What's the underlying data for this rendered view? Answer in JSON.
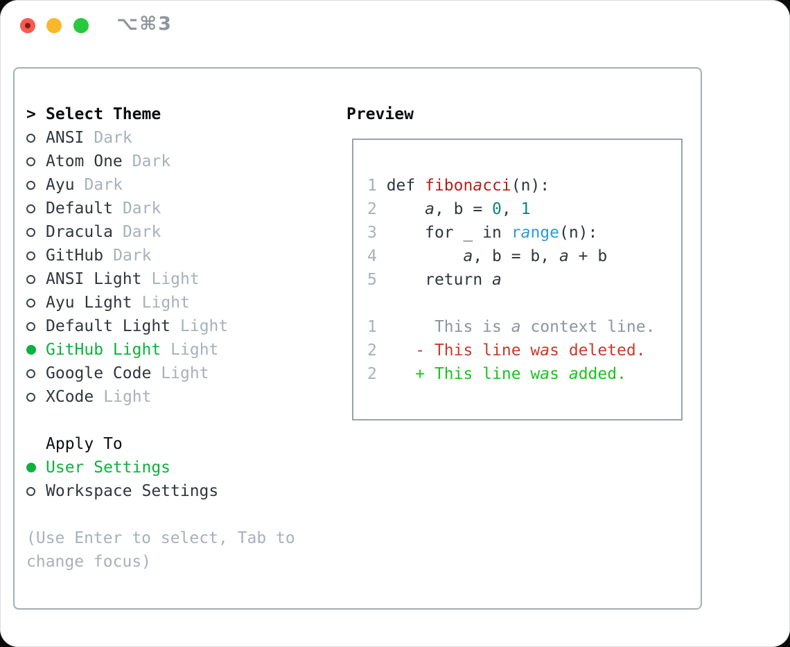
{
  "titlebar": {
    "title": "⌥⌘3"
  },
  "colors": {
    "selection_green": "#0bb23d",
    "added_green": "#1bc31f",
    "deleted_red": "#c93a28",
    "function_red": "#b2221a",
    "number_teal": "#0f8579",
    "builtin_blue": "#2d9bd6",
    "muted_gray": "#a7b0ba",
    "context_gray": "#8d959d",
    "traffic_red": "#f45c52",
    "traffic_yellow": "#f9b82b",
    "traffic_green": "#27c93f"
  },
  "theme_picker": {
    "prompt": ">",
    "title": "Select Theme",
    "themes": [
      {
        "name": "ANSI",
        "tag": "Dark",
        "selected": false
      },
      {
        "name": "Atom One",
        "tag": "Dark",
        "selected": false
      },
      {
        "name": "Ayu",
        "tag": "Dark",
        "selected": false
      },
      {
        "name": "Default",
        "tag": "Dark",
        "selected": false
      },
      {
        "name": "Dracula",
        "tag": "Dark",
        "selected": false
      },
      {
        "name": "GitHub",
        "tag": "Dark",
        "selected": false
      },
      {
        "name": "ANSI Light",
        "tag": "Light",
        "selected": false
      },
      {
        "name": "Ayu Light",
        "tag": "Light",
        "selected": false
      },
      {
        "name": "Default Light",
        "tag": "Light",
        "selected": false
      },
      {
        "name": "GitHub Light",
        "tag": "Light",
        "selected": true
      },
      {
        "name": "Google Code",
        "tag": "Light",
        "selected": false
      },
      {
        "name": "XCode",
        "tag": "Light",
        "selected": false
      }
    ],
    "apply_to": {
      "title": "Apply To",
      "options": [
        {
          "name": "User Settings",
          "selected": true
        },
        {
          "name": "Workspace Settings",
          "selected": false
        }
      ]
    },
    "hint": "(Use Enter to select, Tab to change focus)"
  },
  "preview": {
    "title": "Preview",
    "code_lines": [
      {
        "num": "1",
        "tokens": [
          {
            "t": "def ",
            "s": "code"
          },
          {
            "t": "fibonacci",
            "s": "func"
          },
          {
            "t": "(n):",
            "s": "code"
          }
        ]
      },
      {
        "num": "2",
        "tokens": [
          {
            "t": "    a, b = ",
            "s": "code"
          },
          {
            "t": "0",
            "s": "num"
          },
          {
            "t": ", ",
            "s": "code"
          },
          {
            "t": "1",
            "s": "num"
          }
        ]
      },
      {
        "num": "3",
        "tokens": [
          {
            "t": "    for _ in ",
            "s": "code"
          },
          {
            "t": "range",
            "s": "builtin"
          },
          {
            "t": "(n):",
            "s": "code"
          }
        ]
      },
      {
        "num": "4",
        "tokens": [
          {
            "t": "        a, b = b, a + b",
            "s": "code"
          }
        ]
      },
      {
        "num": "5",
        "tokens": [
          {
            "t": "    return a",
            "s": "code"
          }
        ]
      },
      {
        "num": "",
        "tokens": []
      },
      {
        "num": "1",
        "tokens": [
          {
            "t": "     This is a context line.",
            "s": "ctx"
          }
        ]
      },
      {
        "num": "2",
        "tokens": [
          {
            "t": "   - This line was deleted.",
            "s": "del"
          }
        ]
      },
      {
        "num": "2",
        "tokens": [
          {
            "t": "   + This line was added.",
            "s": "add"
          }
        ]
      }
    ]
  }
}
